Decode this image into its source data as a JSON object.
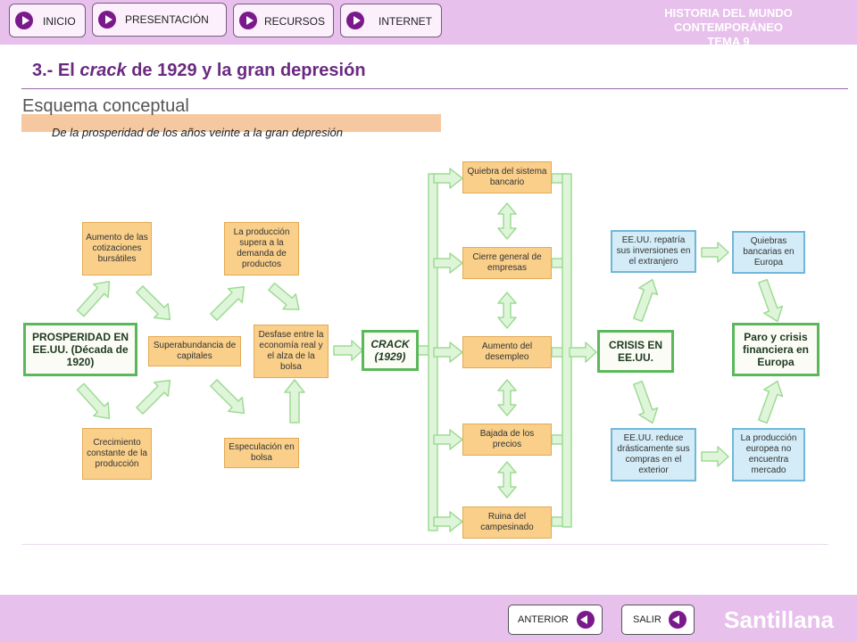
{
  "header": {
    "nav": [
      "INICIO",
      "PRESENTACIÓN",
      "RECURSOS",
      "INTERNET"
    ],
    "course_line1": "HISTORIA DEL MUNDO CONTEMPORÁNEO",
    "course_line2": "TEMA 9"
  },
  "page": {
    "title_prefix": "3.- El ",
    "title_em": "crack",
    "title_suffix": " de 1929 y la gran depresión",
    "section": "Esquema conceptual",
    "subtitle": "De la prosperidad de los años veinte a la gran depresión"
  },
  "diagram": {
    "prosperidad": "PROSPERIDAD EN EE.UU. (Década de 1920)",
    "aumento_cotizaciones": "Aumento de las cotizaciones bursátiles",
    "crecimiento": "Crecimiento constante de la producción",
    "superabundancia": "Superabundancia de capitales",
    "produccion_supera": "La producción supera a la demanda de productos",
    "desfase": "Desfase entre la economía real y el alza de la bolsa",
    "especulacion": "Especulación en bolsa",
    "crack": "CRACK (1929)",
    "quiebra": "Quiebra del sistema bancario",
    "cierre": "Cierre general de empresas",
    "desempleo": "Aumento del desempleo",
    "bajada": "Bajada de los precios",
    "ruina": "Ruina del campesinado",
    "crisis": "CRISIS EN EE.UU.",
    "repatria": "EE.UU. repatría sus inversiones en el extranjero",
    "reduce": "EE.UU. reduce drásticamente sus compras en el exterior",
    "quiebras_europa": "Quiebras bancarias en Europa",
    "produccion_europea": "La producción europea no encuentra mercado",
    "paro": "Paro y crisis financiera en Europa"
  },
  "footer": {
    "prev": "ANTERIOR",
    "exit": "SALIR",
    "brand": "Santillana"
  },
  "colors": {
    "header_bg": "#e7c0ec",
    "title": "#6a2a80",
    "box_orange": "#f9cf8a",
    "box_green_border": "#5ab85a",
    "box_blue": "#d3ecf7",
    "arrow": "#b9eab0"
  }
}
